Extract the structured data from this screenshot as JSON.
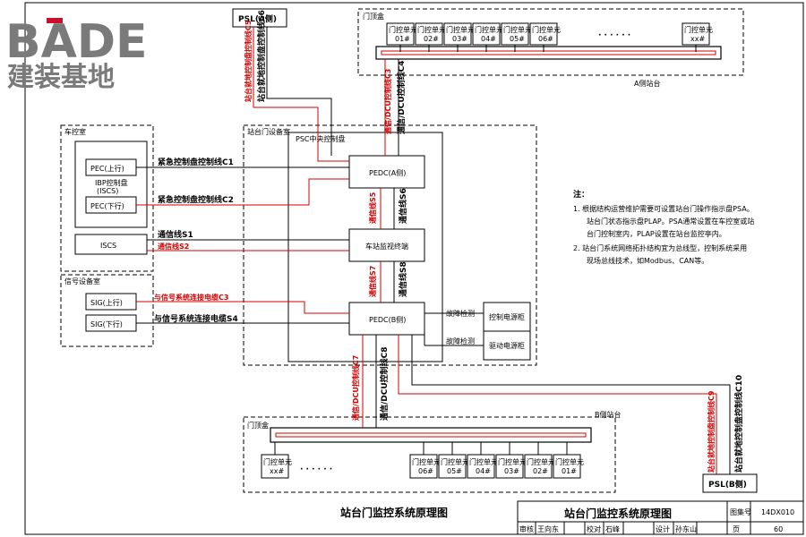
{
  "logo": {
    "brand": "BADE",
    "sub": "建装基地",
    "brand_color": "#8a8a8a",
    "accent_color": "#c8102e"
  },
  "psl_a": "PSL(A侧)",
  "psl_b": "PSL(B侧)",
  "top_box": {
    "title": "门顶盒",
    "side_label": "A侧站台",
    "units": [
      "门控单元01#",
      "门控单元02#",
      "门控单元03#",
      "门控单元04#",
      "门控单元05#",
      "门控单元06#",
      "门控单元xx#"
    ]
  },
  "bottom_box": {
    "title": "门顶盒",
    "side_label": "B侧站台",
    "units": [
      "门控单元xx#",
      "门控单元06#",
      "门控单元05#",
      "门控单元04#",
      "门控单元03#",
      "门控单元02#",
      "门控单元01#"
    ]
  },
  "dots": "· · · · · ·",
  "control_room": {
    "title": "车控室",
    "pec_up": "PEC(上行)",
    "ibp": "IBP控制盘",
    "ibp2": "(ISCS)",
    "pec_down": "PEC(下行)",
    "iscs": "ISCS"
  },
  "signal_room": {
    "title": "信号设备室",
    "sig_up": "SIG(上行)",
    "sig_down": "SIG(下行)"
  },
  "equip_room": {
    "title": "站台门设备室",
    "psc": "PSC中央控制盘",
    "pedc_a": "PEDC(A侧)",
    "pedc_b": "PEDC(B侧)",
    "monitor": "车站监视终端",
    "ctrl_power": "控制电源柜",
    "drive_power": "驱动电源柜"
  },
  "lines": {
    "c1": "紧急控制盘控制线C1",
    "c2": "紧急控制盘控制线C2",
    "s1": "通信线S1",
    "s2": "通信线S2",
    "c3": "与信号系统连接电缆C3",
    "s4": "与信号系统连接电缆S4",
    "c5": "站台就地控制盘控制线C5",
    "c6": "站台就地控制盘控制线C6",
    "dcu_a1": "通信/DCU控制线C3",
    "dcu_a2": "通信/DCU控制线C4",
    "s5": "通信线S5",
    "s6": "通信线S6",
    "s7": "通信线S7",
    "s8": "通信线S8",
    "dcu_b1": "通信/DCU控制线C7",
    "dcu_b2": "通信/DCU控制线C8",
    "c9": "站台就地控制盘控制线C9",
    "c10": "站台就地控制盘控制线C10",
    "fault1": "故障检测",
    "fault2": "故障检测"
  },
  "notes": {
    "title": "注：",
    "n1a": "1.  根据结构运营维护需要可设置站台门操作指示盘PSA。",
    "n1b": "站台门状态指示盘PLAP。PSA通常设置在车控室或站",
    "n1c": "台门控制室内，PLAP设置在站台监控亭内。",
    "n2a": "2.  站台门系统网络拓扑结构宜为总线型，控制系统采用",
    "n2b": "现场总线技术，如Modbus、CAN等。"
  },
  "caption": "站台门监控系统原理图",
  "title_block": {
    "title": "站台门监控系统原理图",
    "atlas_label": "图集号",
    "atlas_no": "14DX010",
    "review": "审核",
    "reviewer": "王向东",
    "check": "校对",
    "checker": "石峰",
    "design": "设计",
    "designer": "孙东山",
    "page_label": "页",
    "page_no": "60"
  }
}
